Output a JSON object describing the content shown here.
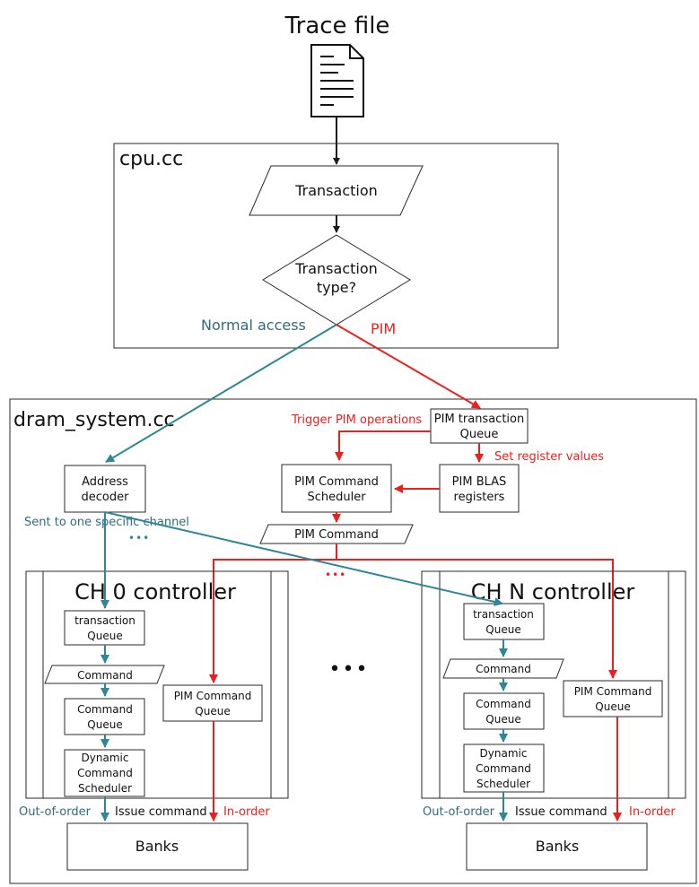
{
  "colors": {
    "teal": "#2e8799",
    "teal_text": "#2f6b80",
    "red": "#e8211d",
    "stroke": "#2a2a2a"
  },
  "title": "Trace file",
  "icons": {
    "trace": "document-icon"
  },
  "cpu": {
    "label": "cpu.cc",
    "transaction": "Transaction",
    "decision": [
      "Transaction",
      "type?"
    ],
    "normal": "Normal access",
    "pim": "PIM"
  },
  "dram": {
    "label": "dram_system.cc",
    "trigger": "Trigger PIM operations",
    "pim_tq": [
      "PIM transaction",
      "Queue"
    ],
    "set_reg": "Set register values",
    "pim_cs": [
      "PIM Command",
      "Scheduler"
    ],
    "pim_blas": [
      "PIM BLAS",
      "registers"
    ],
    "addr_dec": [
      "Address",
      "decoder"
    ],
    "sent": "Sent to one specific channel",
    "pim_cmd": "PIM Command",
    "dots": "•••"
  },
  "channels": [
    {
      "title": "CH 0 controller",
      "tq": [
        "transaction",
        "Queue"
      ],
      "cmd": "Command",
      "cq": [
        "Command",
        "Queue"
      ],
      "dcs": [
        "Dynamic",
        "Command",
        "Scheduler"
      ],
      "pimq": [
        "PIM Command",
        "Queue"
      ],
      "ooo": "Out-of-order",
      "issue": "Issue command",
      "inorder": "In-order",
      "banks": "Banks"
    },
    {
      "title": "CH N controller",
      "tq": [
        "transaction",
        "Queue"
      ],
      "cmd": "Command",
      "cq": [
        "Command",
        "Queue"
      ],
      "dcs": [
        "Dynamic",
        "Command",
        "Scheduler"
      ],
      "pimq": [
        "PIM Command",
        "Queue"
      ],
      "ooo": "Out-of-order",
      "issue": "Issue command",
      "inorder": "In-order",
      "banks": "Banks"
    }
  ],
  "middle_dots": "•••"
}
